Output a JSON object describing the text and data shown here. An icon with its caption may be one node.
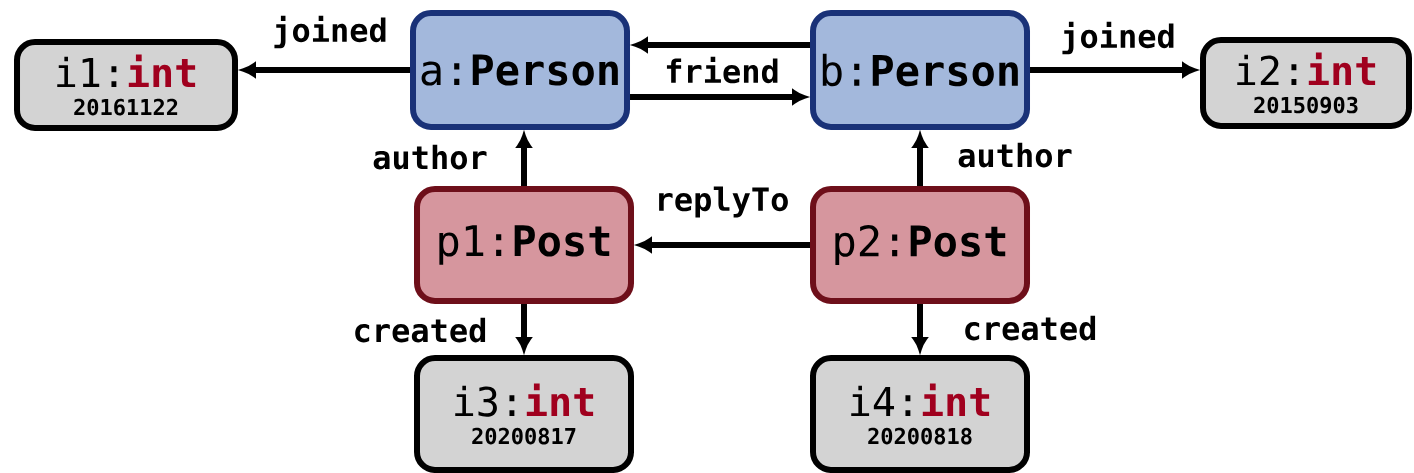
{
  "diagram": {
    "nodes": [
      {
        "text": [
          "i1:**int**",
          "20161122"
        ]
      },
      {
        "text": [
          "a:**Person**"
        ]
      },
      {
        "text": [
          "b:**Person**"
        ]
      },
      {
        "text": [
          "i2:**int**",
          "20150903"
        ]
      },
      {
        "text": [
          "p1:**Post**"
        ]
      },
      {
        "text": [
          "p2:**Post**"
        ]
      },
      {
        "text": [
          "i3:**int**",
          "20200817"
        ]
      },
      {
        "text": [
          "i4:**int**",
          "20200818"
        ]
      }
    ],
    "edges": [
      {
        "from": 1,
        "to": 0,
        "arrow": "to",
        "label": "joined"
      },
      {
        "from": 2,
        "to": 1,
        "arrow": "to",
        "label": "friend"
      },
      {
        "from": 1,
        "to": 2,
        "arrow": "to"
      },
      {
        "from": 2,
        "to": 3,
        "arrow": "to",
        "label": "joined"
      },
      {
        "from": 4,
        "to": 1,
        "arrow": "to",
        "label": "author"
      },
      {
        "from": 5,
        "to": 2,
        "arrow": "to",
        "label": "author"
      },
      {
        "from": 5,
        "to": 4,
        "arrow": "to",
        "label": "replyTo"
      },
      {
        "from": 4,
        "to": 6,
        "arrow": "to",
        "label": "created"
      },
      {
        "from": 5,
        "to": 7,
        "arrow": "to",
        "label": "created"
      }
    ]
  }
}
